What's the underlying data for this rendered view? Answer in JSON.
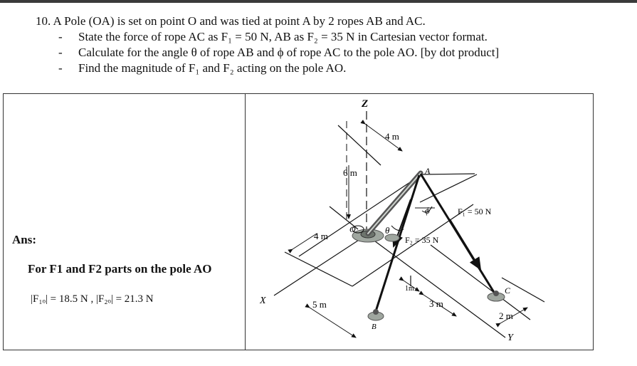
{
  "question": {
    "title": "10. A Pole (OA) is set on point O and was tied at point A by 2 ropes AB and AC.",
    "bullets": [
      "State the force of rope AC as F₁ = 50 N, AB as F₂ = 35 N in Cartesian vector format.",
      "Calculate for the angle θ of rope AB and ϕ of rope AC to the pole AO. [by dot product]",
      "Find the magnitude of F₁ and F₂ acting on the pole AO."
    ],
    "bullet_mark": "-"
  },
  "answer": {
    "label": "Ans:",
    "subheading": "For F1 and F2 parts on the pole AO",
    "result": "|F₁ₒ| = 18.5 N ,  |F₂ₒ| = 21.3 N"
  },
  "figure": {
    "axis_z": "Z",
    "axis_x": "X",
    "axis_y": "Y",
    "point_a": "A",
    "point_b": "B",
    "point_c": "C",
    "point_o": "O",
    "dim_4m_top": "4 m",
    "dim_6m": "6 m",
    "dim_4m_left": "4 m",
    "dim_5m": "5 m",
    "dim_1m": "1m",
    "dim_3m": "3 m",
    "dim_2m": "2 m",
    "force_f1": "F₁ = 50 N",
    "force_f2": "F₂ = 35 N",
    "angle_theta": "θ",
    "angle_phi": "ϕ"
  }
}
